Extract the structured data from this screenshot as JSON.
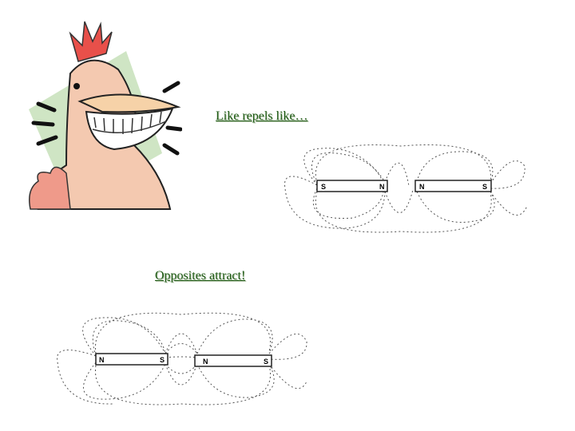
{
  "slide": {
    "caption_repels": "Like repels like…",
    "caption_attract": "Opposites attract!",
    "caption_color": "#1e5a14"
  },
  "figure_repel": {
    "magnet_left": {
      "left_pole": "S",
      "right_pole": "N"
    },
    "magnet_right": {
      "left_pole": "N",
      "right_pole": "S"
    }
  },
  "figure_attract": {
    "magnet_left": {
      "left_pole": "N",
      "right_pole": "S"
    },
    "magnet_right": {
      "left_pole": "N",
      "right_pole": "S"
    }
  },
  "clipart": {
    "icon": "laughing-chicken-icon"
  }
}
